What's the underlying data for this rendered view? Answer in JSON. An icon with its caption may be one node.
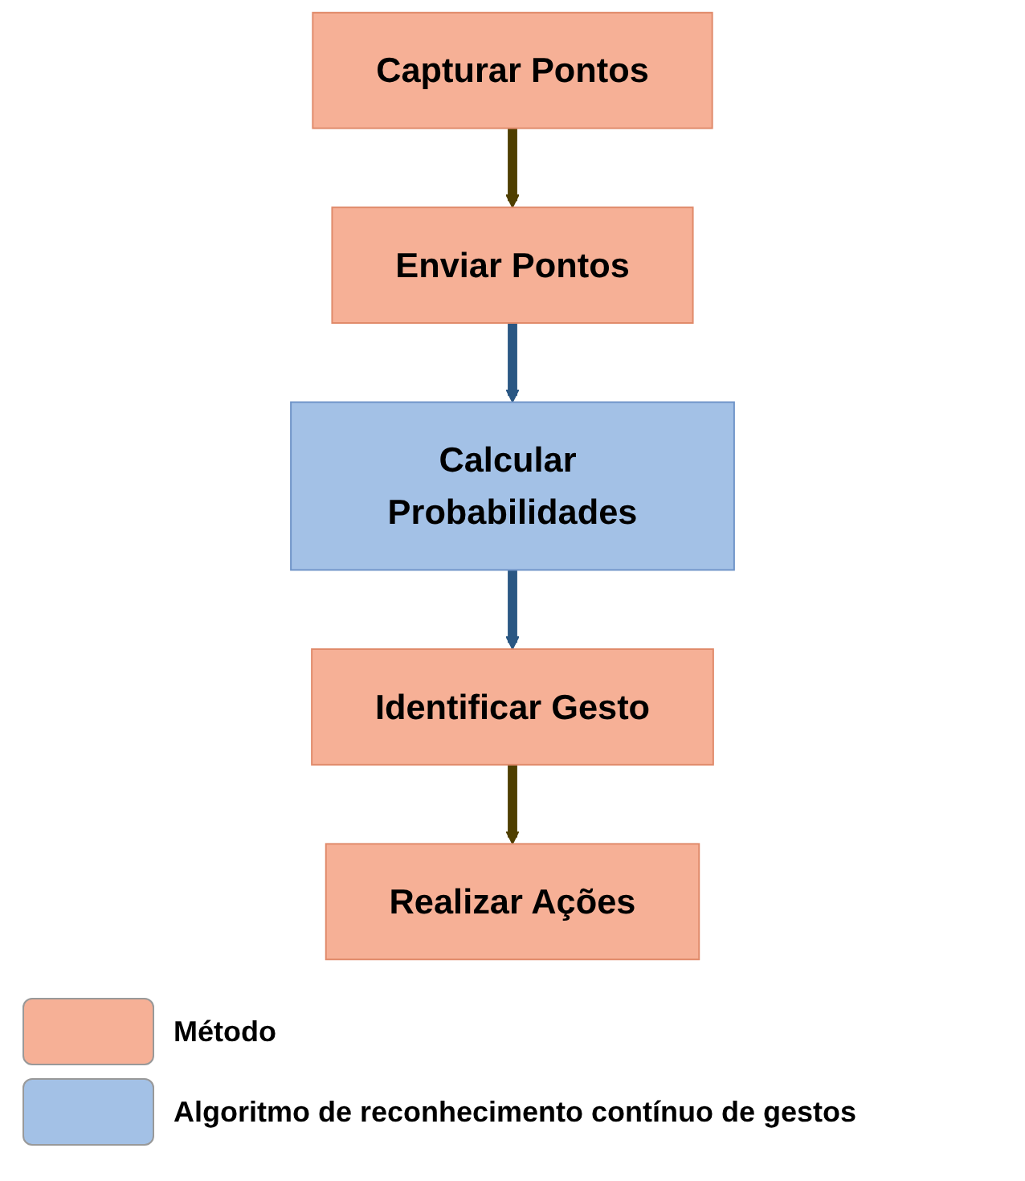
{
  "diagram": {
    "nodes": [
      {
        "text": [
          "Capturar Pontos"
        ]
      },
      {
        "text": [
          "Enviar Pontos"
        ]
      },
      {
        "text": [
          "Calcular Probabilidades"
        ]
      },
      {
        "text": [
          "Identificar Gesto"
        ]
      },
      {
        "text": [
          "Realizar Ações"
        ]
      }
    ],
    "edges": [
      {
        "from": 0,
        "to": 1,
        "arrow": "to",
        "color": "#4f3f00"
      },
      {
        "from": 1,
        "to": 2,
        "arrow": "to",
        "color": "#2a5783"
      },
      {
        "from": 2,
        "to": 3,
        "arrow": "to",
        "color": "#2a5783"
      },
      {
        "from": 3,
        "to": 4,
        "arrow": "to",
        "color": "#4f3f00"
      }
    ],
    "legend": [
      {
        "text": "Método",
        "color": "#f6b096"
      },
      {
        "text": "Algoritmo de reconhecimento contínuo de gestos",
        "color": "#a3c1e6"
      }
    ]
  }
}
